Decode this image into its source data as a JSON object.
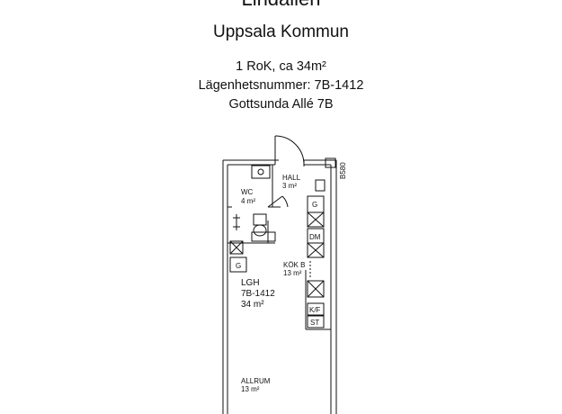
{
  "header": {
    "title": "Lindallen",
    "municipality": "Uppsala Kommun",
    "details": [
      "1 RoK, ca 34m²",
      "Lägenhetsnummer: 7B-1412",
      "Gottsunda Allé 7B"
    ]
  },
  "plan": {
    "rooms": {
      "hall": {
        "name": "HALL",
        "area": "3 m²"
      },
      "wc": {
        "name": "WC",
        "area": "4 m²"
      },
      "kitchen": {
        "name": "KÖK B",
        "area": "13 m²"
      },
      "apartment": {
        "name": "LGH",
        "number": "7B-1412",
        "area": "34 m²"
      },
      "living": {
        "name": "ALLRUM",
        "area": "13 m²"
      }
    },
    "fixtures": {
      "wardrobe_g": "G",
      "kitchen_g": "G",
      "dishwasher": "DM",
      "fridge_freezer": "K/F",
      "cabinet": "ST",
      "door_width": "B580"
    },
    "colors": {
      "line": "#111111",
      "wall_fill": "#ffffff",
      "background": "#ffffff"
    }
  }
}
